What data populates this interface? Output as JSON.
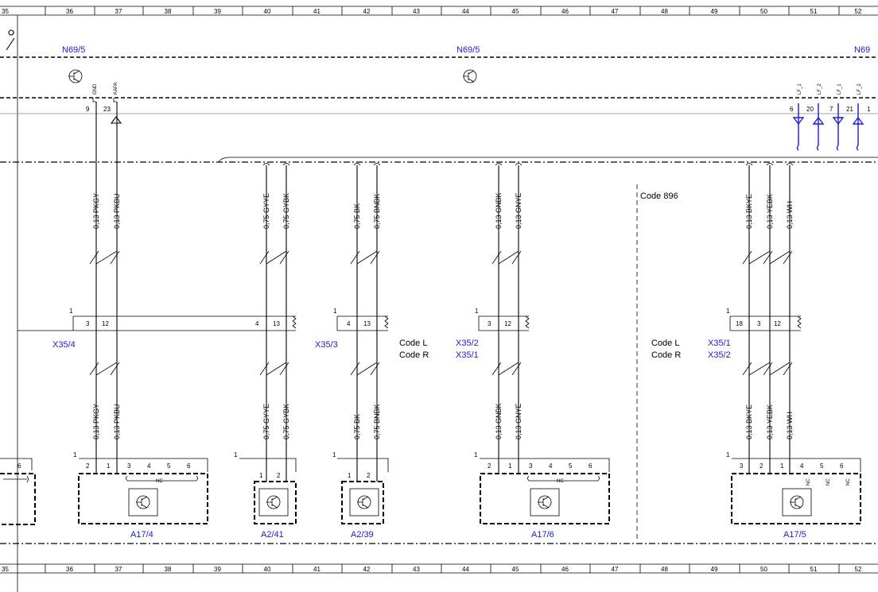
{
  "ruler": [
    "35",
    "36",
    "37",
    "38",
    "39",
    "40",
    "41",
    "42",
    "43",
    "44",
    "45",
    "46",
    "47",
    "48",
    "49",
    "50",
    "51",
    "52"
  ],
  "modules": {
    "n69_left": "N69/5",
    "n69_mid": "N69/5",
    "n69_right": "N69"
  },
  "n69_pins": {
    "gnd_label": "GND",
    "kapa_label": "KAPA",
    "gnd_pin": "9",
    "kapa_pin": "23",
    "lf1a": "LF_1",
    "lf2a": "LF_2",
    "lf1b": "LF_1",
    "lf2b": "LF_2",
    "p6": "6",
    "p20": "20",
    "p7": "7",
    "p21": "21",
    "p1": "1"
  },
  "wires_top": {
    "w1": "0,13 PKGY",
    "w2": "0,13 PKBU",
    "w3": "0,75 GYYE",
    "w4": "0,75 GYBK",
    "w5": "0,75 BK",
    "w6": "0,75 BNBK",
    "w7": "0,13 GNBK",
    "w8": "0,13 GNYE",
    "w9": "0,13 BKYE",
    "w10": "0,13 YEBK",
    "w11": "0,13 WH"
  },
  "wires_bottom": {
    "w1": "0,13 PKGY",
    "w2": "0,13 PKBU",
    "w3": "0,75 GYYE",
    "w4": "0,75 GYBK",
    "w5": "0,75 BK",
    "w6": "0,75 BNBK",
    "w7": "0,13 GNBK",
    "w8": "0,13 GNYE",
    "w9": "0,13 BKYE",
    "w10": "0,13 YEBK",
    "w11": "0,13 WH"
  },
  "connectors": {
    "c1_one": "1",
    "c1_p1": "3",
    "c1_p2": "12",
    "c1_name": "X35/4",
    "c1_p3": "4",
    "c1_p4": "13",
    "c2_one": "1",
    "c2_p1": "4",
    "c2_p2": "13",
    "c2_name": "X35/3",
    "c3_one": "1",
    "c3_p1": "3",
    "c3_p2": "12",
    "c3_name_a": "X35/2",
    "c3_name_b": "X35/1",
    "c4_one": "1",
    "c4_p1": "18",
    "c4_p2": "3",
    "c4_p3": "12",
    "c4_name_a": "X35/1",
    "c4_name_b": "X35/2"
  },
  "codes": {
    "code_l_1": "Code L",
    "code_r_1": "Code R",
    "code_l_2": "Code L",
    "code_r_2": "Code R",
    "code_896": "Code 896"
  },
  "components": {
    "a174": "A17/4",
    "a241": "A2/41",
    "a239": "A2/39",
    "a176": "A17/6",
    "a175": "A17/5"
  },
  "component_pins": {
    "left_6": "6",
    "a174_one": "1",
    "a174_p": [
      "2",
      "1",
      "3",
      "4",
      "5",
      "6"
    ],
    "a174_nc": "NC",
    "a241_one": "1",
    "a241_p": [
      "1",
      "2"
    ],
    "a239_one": "1",
    "a239_p": [
      "1",
      "2"
    ],
    "a176_one": "1",
    "a176_p": [
      "2",
      "1",
      "3",
      "4",
      "5",
      "6"
    ],
    "a176_nc": "NC",
    "a175_one": "1",
    "a175_p": [
      "3",
      "2",
      "1",
      "4",
      "5",
      "6"
    ],
    "a175_nc1": "NC",
    "a175_nc2": "NC",
    "a175_nc3": "NC"
  }
}
